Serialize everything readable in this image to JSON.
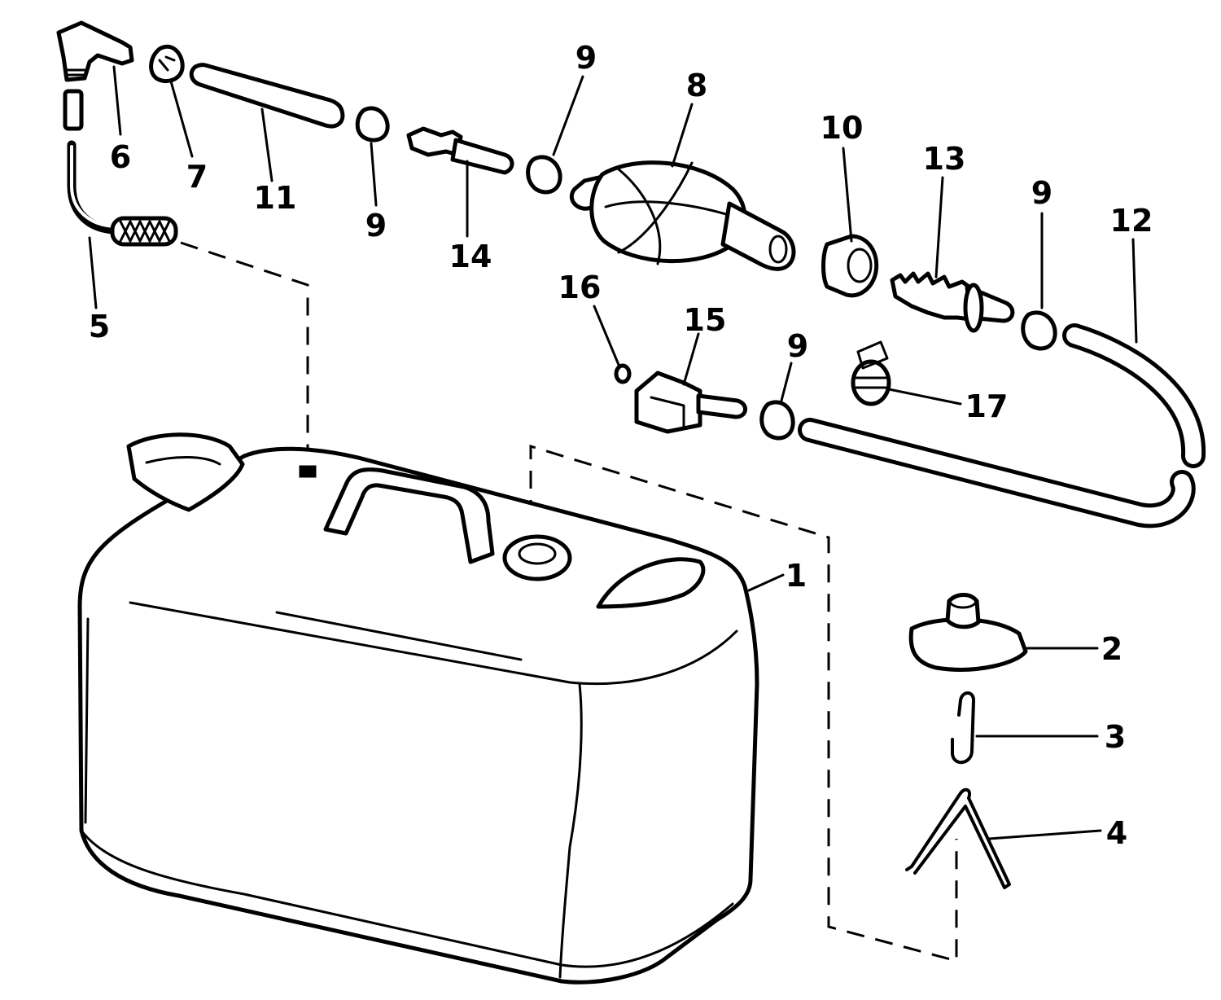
{
  "diagram": {
    "callouts": {
      "c1": "1",
      "c2": "2",
      "c3": "3",
      "c4": "4",
      "c5": "5",
      "c6": "6",
      "c7": "7",
      "c8": "8",
      "c9a": "9",
      "c9b": "9",
      "c9c": "9",
      "c9d": "9",
      "c10": "10",
      "c11": "11",
      "c12": "12",
      "c13": "13",
      "c14": "14",
      "c15": "15",
      "c16": "16",
      "c17": "17"
    },
    "colors": {
      "ink": "#000000",
      "paper": "#ffffff"
    }
  }
}
